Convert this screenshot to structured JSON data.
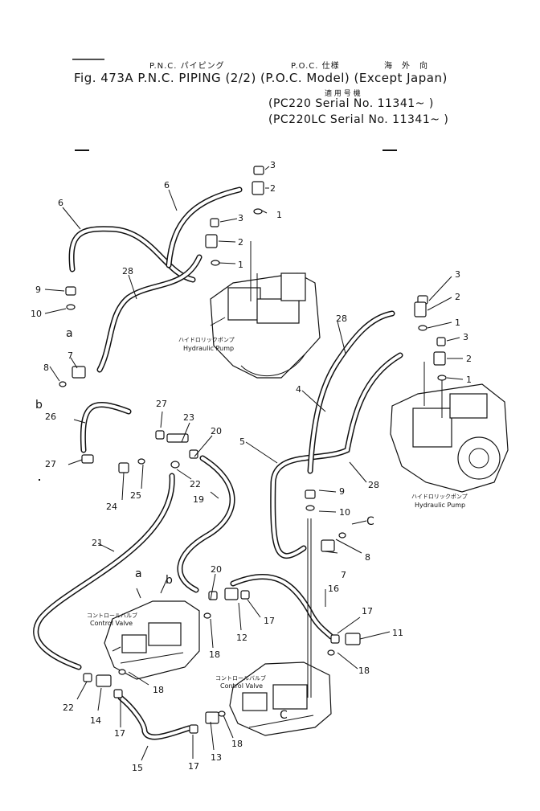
{
  "header": {
    "jp_line": {
      "pnc": "P.N.C. パイピング",
      "poc": "P.O.C. 仕様",
      "export": "海　外　向"
    },
    "title_line": "Fig. 473A   P.N.C. PIPING (2/2) (P.O.C. Model) (Except Japan)",
    "applicable_jp": "適 用 号 機",
    "serial_1": "(PC220    Serial No. 11341~ )",
    "serial_2": "(PC220LC Serial No. 11341~ )"
  },
  "labels": {
    "pump_jp": "ハイドロリックポンプ",
    "pump_en": "Hydraulic Pump",
    "valve_jp": "コントロールバルブ",
    "valve_en": "Control Valve"
  },
  "callouts": [
    {
      "n": "1"
    },
    {
      "n": "1"
    },
    {
      "n": "1"
    },
    {
      "n": "1"
    },
    {
      "n": "2"
    },
    {
      "n": "2"
    },
    {
      "n": "2"
    },
    {
      "n": "2"
    },
    {
      "n": "3"
    },
    {
      "n": "3"
    },
    {
      "n": "3"
    },
    {
      "n": "3"
    },
    {
      "n": "4"
    },
    {
      "n": "5"
    },
    {
      "n": "6"
    },
    {
      "n": "6"
    },
    {
      "n": "7"
    },
    {
      "n": "7"
    },
    {
      "n": "8"
    },
    {
      "n": "8"
    },
    {
      "n": "9"
    },
    {
      "n": "9"
    },
    {
      "n": "10"
    },
    {
      "n": "10"
    },
    {
      "n": "11"
    },
    {
      "n": "12"
    },
    {
      "n": "13"
    },
    {
      "n": "14"
    },
    {
      "n": "15"
    },
    {
      "n": "16"
    },
    {
      "n": "17"
    },
    {
      "n": "17"
    },
    {
      "n": "17"
    },
    {
      "n": "17"
    },
    {
      "n": "18"
    },
    {
      "n": "18"
    },
    {
      "n": "18"
    },
    {
      "n": "18"
    },
    {
      "n": "19"
    },
    {
      "n": "20"
    },
    {
      "n": "20"
    },
    {
      "n": "21"
    },
    {
      "n": "22"
    },
    {
      "n": "22"
    },
    {
      "n": "23"
    },
    {
      "n": "24"
    },
    {
      "n": "25"
    },
    {
      "n": "26"
    },
    {
      "n": "27"
    },
    {
      "n": "27"
    },
    {
      "n": "28"
    },
    {
      "n": "28"
    },
    {
      "n": "28"
    }
  ],
  "connection_letters": [
    "a",
    "b",
    "a",
    "b",
    "C",
    "C"
  ]
}
